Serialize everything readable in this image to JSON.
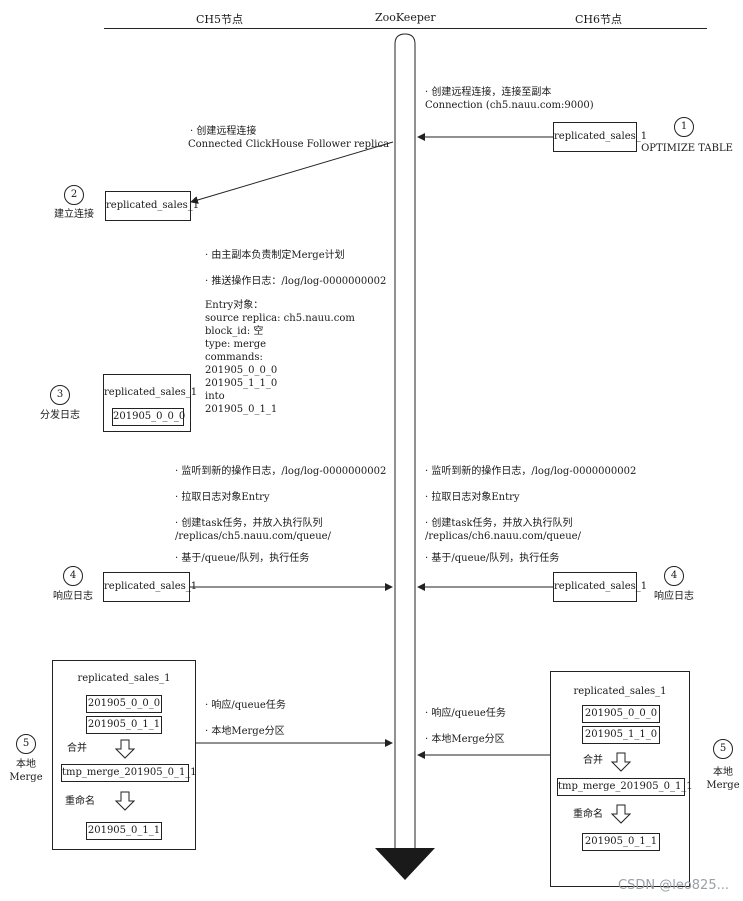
{
  "headers": {
    "ch5": "CH5节点",
    "zookeeper": "ZooKeeper",
    "ch6": "CH6节点"
  },
  "step1": {
    "num": "1",
    "label": "OPTIMIZE TABLE",
    "box": "replicated_sales_1",
    "note1": "· 创建远程连接，连接至副本",
    "note2": "Connection (ch5.nauu.com:9000)"
  },
  "step2": {
    "num": "2",
    "label": "建立连接",
    "box": "replicated_sales_1",
    "note1": "· 创建远程连接",
    "note2": "Connected ClickHouse Follower replica"
  },
  "step3": {
    "num": "3",
    "label": "分发日志",
    "box": "replicated_sales_1",
    "part": "201905_0_0_0",
    "plan": "· 由主副本负责制定Merge计划",
    "push": "· 推送操作日志：/log/log-0000000002",
    "entry_lines": [
      "Entry对象：",
      "source replica: ch5.nauu.com",
      "block_id: 空",
      "type: merge",
      "commands:",
      "201905_0_0_0",
      "201905_1_1_0",
      "into",
      "201905_0_1_1"
    ]
  },
  "step4": {
    "left": {
      "num": "4",
      "label": "响应日志",
      "box": "replicated_sales_1",
      "notes": [
        "· 监听到新的操作日志，/log/log-0000000002",
        "· 拉取日志对象Entry",
        "· 创建task任务，并放入执行队列",
        "/replicas/ch5.nauu.com/queue/",
        "· 基于/queue/队列，执行任务"
      ]
    },
    "right": {
      "num": "4",
      "label": "响应日志",
      "box": "replicated_sales_1",
      "notes": [
        "· 监听到新的操作日志，/log/log-0000000002",
        "· 拉取日志对象Entry",
        "· 创建task任务，并放入执行队列",
        "/replicas/ch6.nauu.com/queue/",
        "· 基于/queue/队列，执行任务"
      ]
    }
  },
  "step5": {
    "left": {
      "num": "5",
      "label1": "本地",
      "label2": "Merge",
      "title": "replicated_sales_1",
      "part_a": "201905_0_0_0",
      "part_b": "201905_0_1_1",
      "merge": "合并",
      "tmp": "tmp_merge_201905_0_1_1",
      "rename": "重命名",
      "final": "201905_0_1_1",
      "note1": "· 响应/queue任务",
      "note2": "· 本地Merge分区"
    },
    "right": {
      "num": "5",
      "label1": "本地",
      "label2": "Merge",
      "title": "replicated_sales_1",
      "part_a": "201905_0_0_0",
      "part_b": "201905_1_1_0",
      "merge": "合并",
      "tmp": "tmp_merge_201905_0_1_1",
      "rename": "重命名",
      "final": "201905_0_1_1",
      "note1": "· 响应/queue任务",
      "note2": "· 本地Merge分区"
    }
  },
  "watermark": "CSDN @leo825..."
}
